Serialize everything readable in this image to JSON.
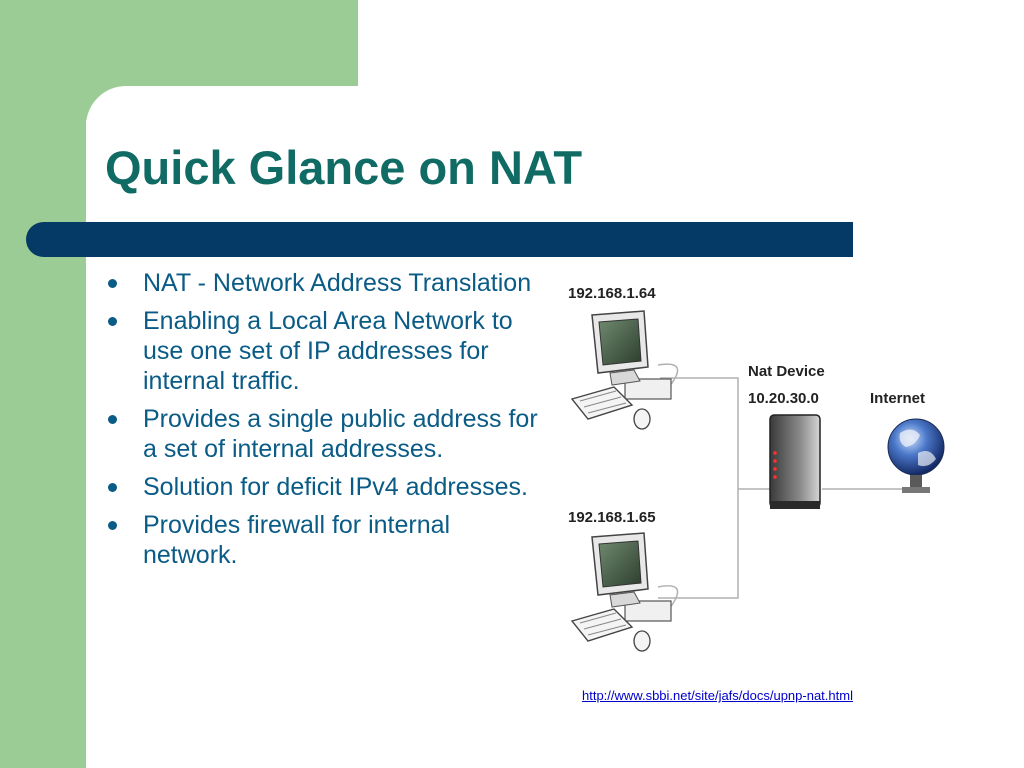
{
  "slide": {
    "title": "Quick Glance on NAT",
    "bullets": [
      "NAT - Network Address Translation",
      "Enabling a Local Area Network to use one set of IP addresses for internal traffic.",
      "Provides a single public address for a set of internal addresses.",
      "Solution for deficit IPv4 addresses.",
      "Provides firewall for internal network."
    ]
  },
  "diagram": {
    "pc1_ip": "192.168.1.64",
    "pc2_ip": "192.168.1.65",
    "nat_label": "Nat Device",
    "nat_ip": "10.20.30.0",
    "internet_label": "Internet",
    "icons": [
      "desktop-computer-icon",
      "nat-router-icon",
      "globe-icon"
    ]
  },
  "source": {
    "url": "http://www.sbbi.net/site/jafs/docs/upnp-nat.html"
  },
  "colors": {
    "background_green": "#9ccc95",
    "title_teal": "#0f6b63",
    "bar_navy": "#053a66",
    "bullet_blue": "#0a5b86",
    "link_blue": "#0000cc"
  }
}
